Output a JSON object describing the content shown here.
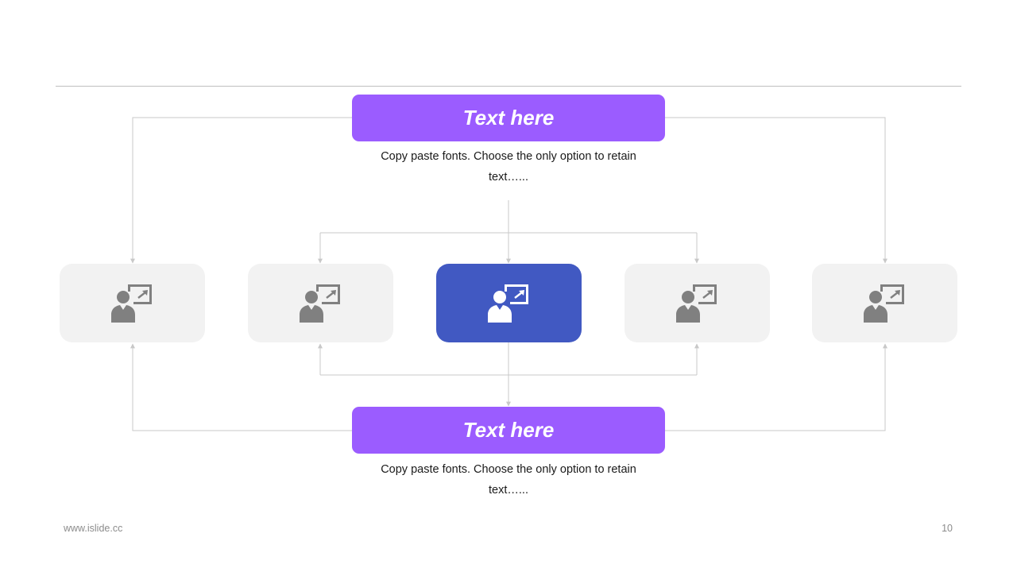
{
  "top_block": {
    "title": "Text here",
    "description_line1": "Copy paste fonts. Choose the only option to retain",
    "description_line2": "text…..."
  },
  "bottom_block": {
    "title": "Text here",
    "description_line1": "Copy paste fonts. Choose the only option to retain",
    "description_line2": "text…..."
  },
  "nodes": [
    {
      "icon": "presenter-chart-icon",
      "active": false
    },
    {
      "icon": "presenter-chart-icon",
      "active": false
    },
    {
      "icon": "presenter-chart-icon",
      "active": true
    },
    {
      "icon": "presenter-chart-icon",
      "active": false
    },
    {
      "icon": "presenter-chart-icon",
      "active": false
    }
  ],
  "footer": {
    "url": "www.islide.cc",
    "page_number": "10"
  },
  "colors": {
    "header_box": "#9b5cff",
    "active_node": "#4159c2",
    "inactive_node": "#f2f2f2",
    "inactive_icon": "#808080",
    "active_icon": "#ffffff",
    "connector": "#c8c8c8"
  }
}
